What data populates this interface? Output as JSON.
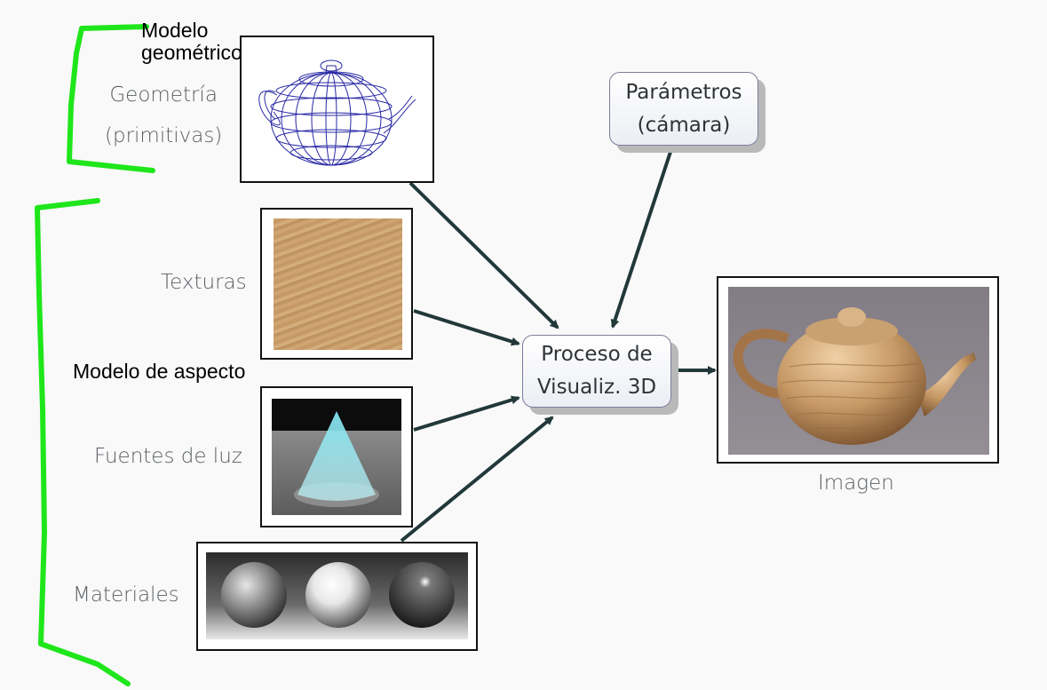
{
  "annotations": {
    "geometric_model": [
      "Modelo",
      "geométrico"
    ],
    "appearance_model": "Modelo de aspecto"
  },
  "inputs": {
    "geometry": [
      "Geometría",
      "(primitivas)"
    ],
    "textures": "Texturas",
    "lights": "Fuentes de luz",
    "materials": "Materiales"
  },
  "camera_node": [
    "Parámetros",
    "(cámara)"
  ],
  "process_node": [
    "Proceso de",
    "Visualiz. 3D"
  ],
  "output": {
    "label": "Imagen"
  },
  "colors": {
    "bracket": "#1fe61a",
    "arrow": "#22383a",
    "wireframe": "#2a2aa6",
    "wood": "#c79a66",
    "cone": "#7fe3f0",
    "background": "#f9f9f9"
  }
}
